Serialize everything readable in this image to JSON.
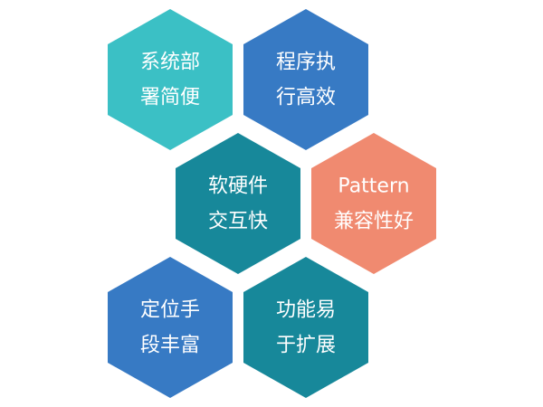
{
  "hexagons": [
    {
      "lines": [
        "系统部",
        "署简便"
      ],
      "color": "#3BC0C5"
    },
    {
      "lines": [
        "程序执",
        "行高效"
      ],
      "color": "#377AC4"
    },
    {
      "lines": [
        "软硬件",
        "交互快"
      ],
      "color": "#17889A"
    },
    {
      "lines": [
        "Pattern",
        "兼容性好"
      ],
      "color": "#F08A70"
    },
    {
      "lines": [
        "定位手",
        "段丰富"
      ],
      "color": "#377AC4"
    },
    {
      "lines": [
        "功能易",
        "于扩展"
      ],
      "color": "#17889A"
    }
  ]
}
